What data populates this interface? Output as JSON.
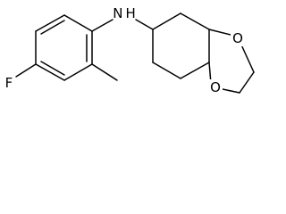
{
  "molecule": {
    "atoms": {
      "nh": "N H",
      "f": "F",
      "o_top": "O",
      "o_bottom": "O"
    }
  }
}
